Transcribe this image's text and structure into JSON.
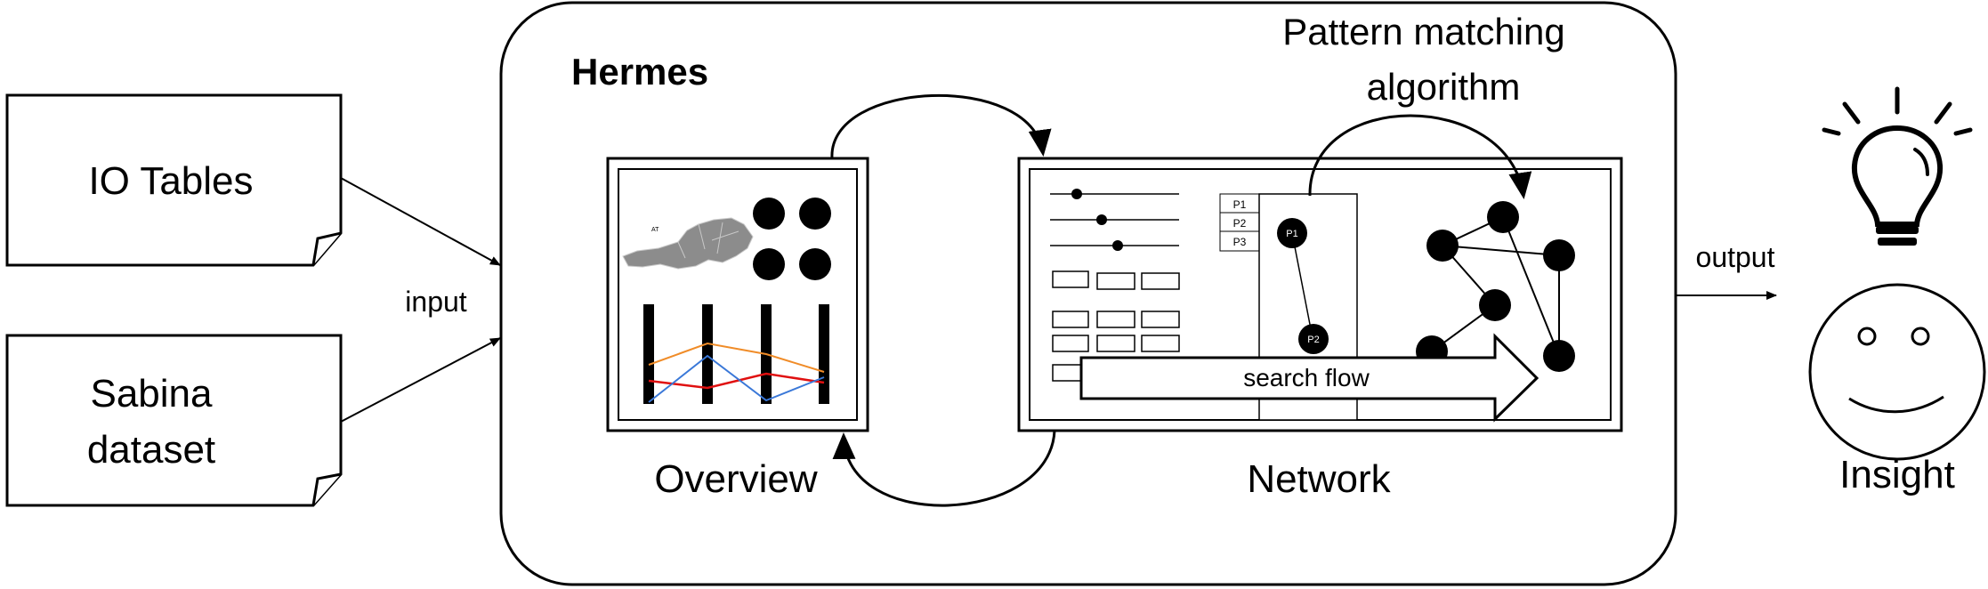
{
  "inputs": {
    "io_tables": "IO Tables",
    "sabina_line1": "Sabina",
    "sabina_line2": "dataset",
    "input_label": "input"
  },
  "hermes": {
    "title": "Hermes",
    "overview_label": "Overview",
    "network_label": "Network",
    "pattern_line1": "Pattern matching",
    "pattern_line2": "algorithm",
    "search_flow": "search flow",
    "pattern_nodes": [
      "P1",
      "P2"
    ],
    "pattern_list": [
      "P1",
      "P2",
      "P3"
    ],
    "map_label": "AT"
  },
  "output": {
    "output_label": "output",
    "insight_label": "Insight"
  }
}
